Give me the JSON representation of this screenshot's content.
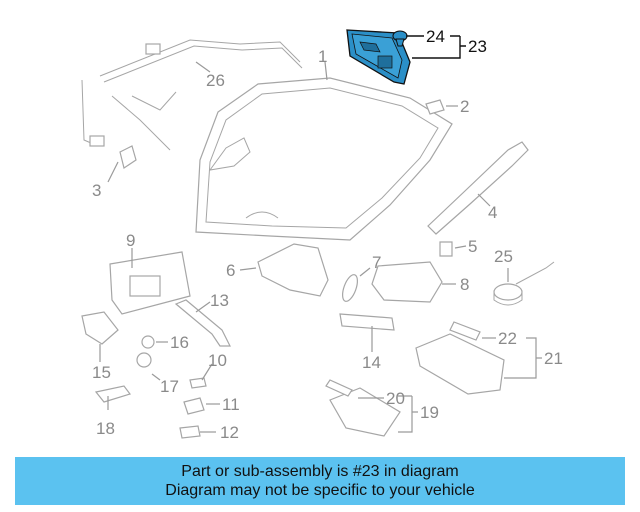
{
  "diagram": {
    "callouts": [
      "1",
      "2",
      "3",
      "4",
      "5",
      "6",
      "7",
      "8",
      "9",
      "10",
      "11",
      "12",
      "13",
      "14",
      "15",
      "16",
      "17",
      "18",
      "19",
      "20",
      "21",
      "22",
      "23",
      "24",
      "25",
      "26"
    ],
    "highlighted_callouts": [
      "23",
      "24"
    ],
    "highlight_color": "#2b8fc7"
  },
  "banner": {
    "line1": "Part or sub-assembly is #23 in diagram",
    "line2": "Diagram may not be specific to your vehicle",
    "background": "#5bc2f0"
  }
}
